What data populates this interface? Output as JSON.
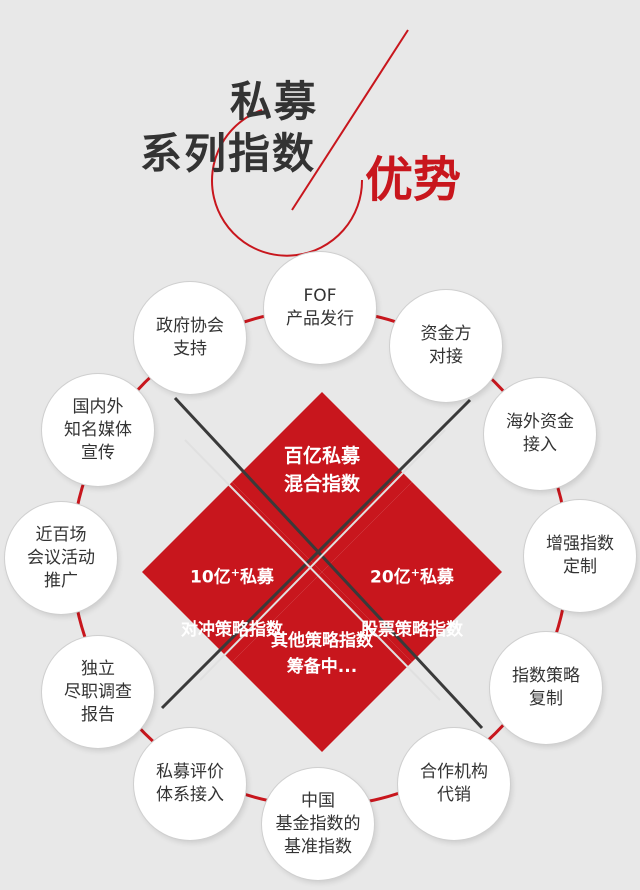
{
  "title": {
    "line1": "私募",
    "line2": "系列指数",
    "highlight": "优势"
  },
  "colors": {
    "red": "#c8161d",
    "background": "#e8e8e8",
    "dark": "#333333"
  },
  "circles": [
    {
      "id": "fof",
      "label": "FOF\n产品发行"
    },
    {
      "id": "capital",
      "label": "资金方\n对接"
    },
    {
      "id": "overseas",
      "label": "海外资金\n接入"
    },
    {
      "id": "enhanced",
      "label": "增强指数\n定制"
    },
    {
      "id": "replicate",
      "label": "指数策略\n复制"
    },
    {
      "id": "cooperate",
      "label": "合作机构\n代销"
    },
    {
      "id": "benchmark",
      "label": "中国\n基金指数的\n基准指数"
    },
    {
      "id": "rating",
      "label": "私募评价\n体系接入"
    },
    {
      "id": "duediligence",
      "label": "独立\n尽职调查\n报告"
    },
    {
      "id": "conference",
      "label": "近百场\n会议活动\n推广"
    },
    {
      "id": "media",
      "label": "国内外\n知名媒体\n宣传"
    },
    {
      "id": "government",
      "label": "政府协会\n支持"
    }
  ],
  "diamonds": {
    "top": "百亿私募\n混合指数",
    "left_prefix": "10亿",
    "left_sup": "+",
    "left_suffix": "私募",
    "left_line2": "对冲策略指数",
    "right_prefix": "20亿",
    "right_sup": "+",
    "right_suffix": "私募",
    "right_line2": "股票策略指数",
    "bottom": "其他策略指数\n筹备中..."
  }
}
